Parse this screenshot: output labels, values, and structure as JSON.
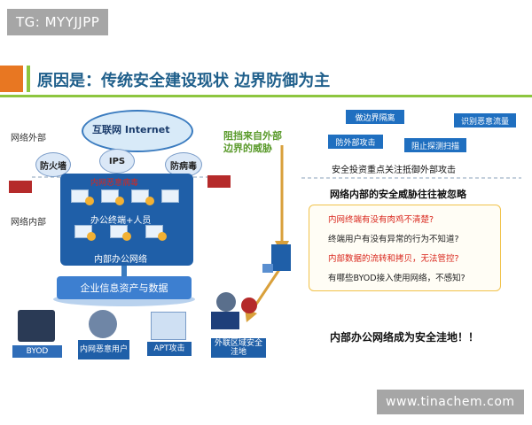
{
  "watermark_top": "TG: MYYJJPP",
  "watermark_bottom": "www.tinachem.com",
  "title": "原因是：传统安全建设现状 边界防御为主",
  "zones": {
    "outside": "网络外部",
    "inside": "网络内部"
  },
  "internet": "互联网 Internet",
  "defenses": [
    "防火墙",
    "IPS",
    "防病毒"
  ],
  "office": {
    "caption": "办公终端+人员",
    "network": "内部办公网络",
    "overlay": "内网恶意病毒"
  },
  "asset": "企业信息资产与数据",
  "threats_bottom": [
    "BYOD",
    "内网恶意用户",
    "APT攻击",
    "外联区域安全洼地"
  ],
  "arrow_label": "阻挡来自外部边界的威胁",
  "chips": [
    "做边界隔离",
    "识别恶意流量",
    "防外部攻击",
    "阻止探测扫描"
  ],
  "invest_focus": "安全投资重点关注抵御外部攻击",
  "ignored": "网络内部的安全威胁往往被忽略",
  "questions": [
    {
      "text": "内网终端有没有肉鸡不清楚?",
      "color": "#d9261c"
    },
    {
      "text": "终端用户有没有异常的行为不知道?",
      "color": "#222222"
    },
    {
      "text": "内部数据的流转和拷贝，无法管控?",
      "color": "#d9261c"
    },
    {
      "text": "有哪些BYOD接入使用网络，不感知?",
      "color": "#222222"
    }
  ],
  "conclusion": "内部办公网络成为安全洼地！！"
}
